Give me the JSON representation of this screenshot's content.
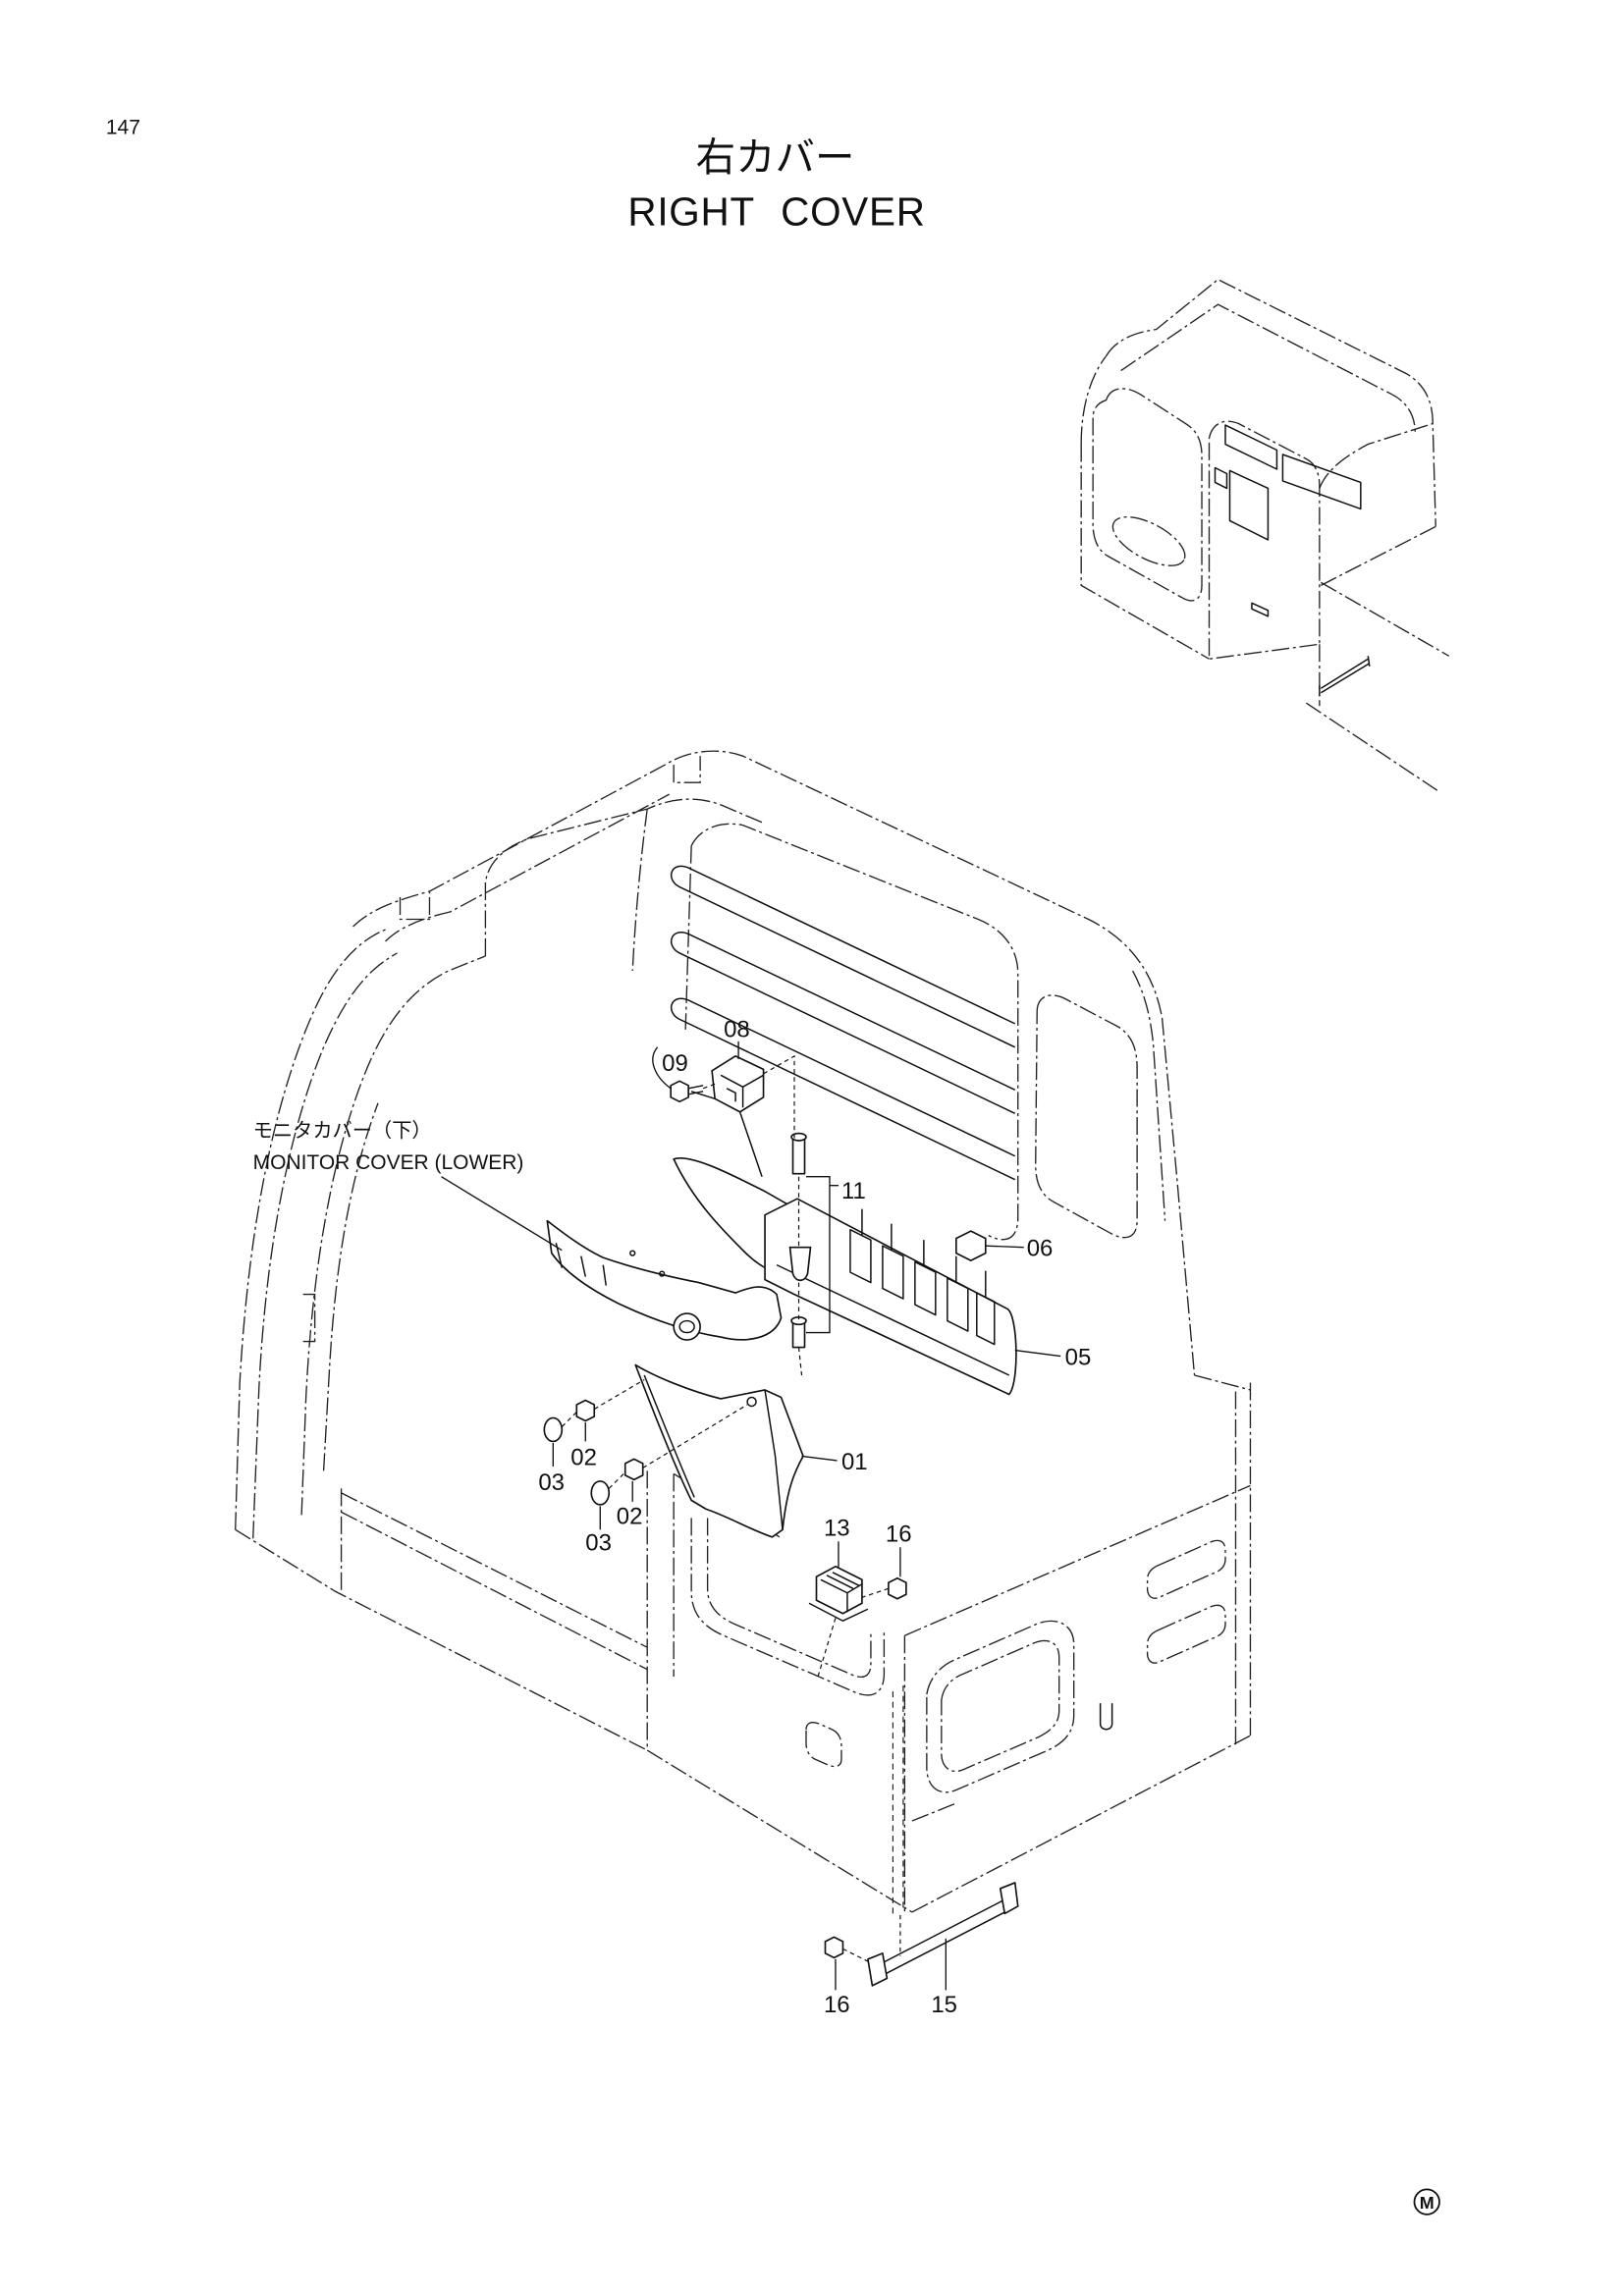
{
  "page": {
    "number": "147",
    "title_ja": "右カバー",
    "title_en": "RIGHT COVER"
  },
  "callout": {
    "label_ja": "モニタカバー（下）",
    "label_en": "MONITOR COVER (LOWER)"
  },
  "part_numbers": [
    "08",
    "09",
    "11",
    "06",
    "05",
    "01",
    "02",
    "03",
    "02",
    "03",
    "13",
    "16",
    "16",
    "15"
  ],
  "corner_mark": "M",
  "colors": {
    "ink": "#111111",
    "paper": "#ffffff"
  }
}
